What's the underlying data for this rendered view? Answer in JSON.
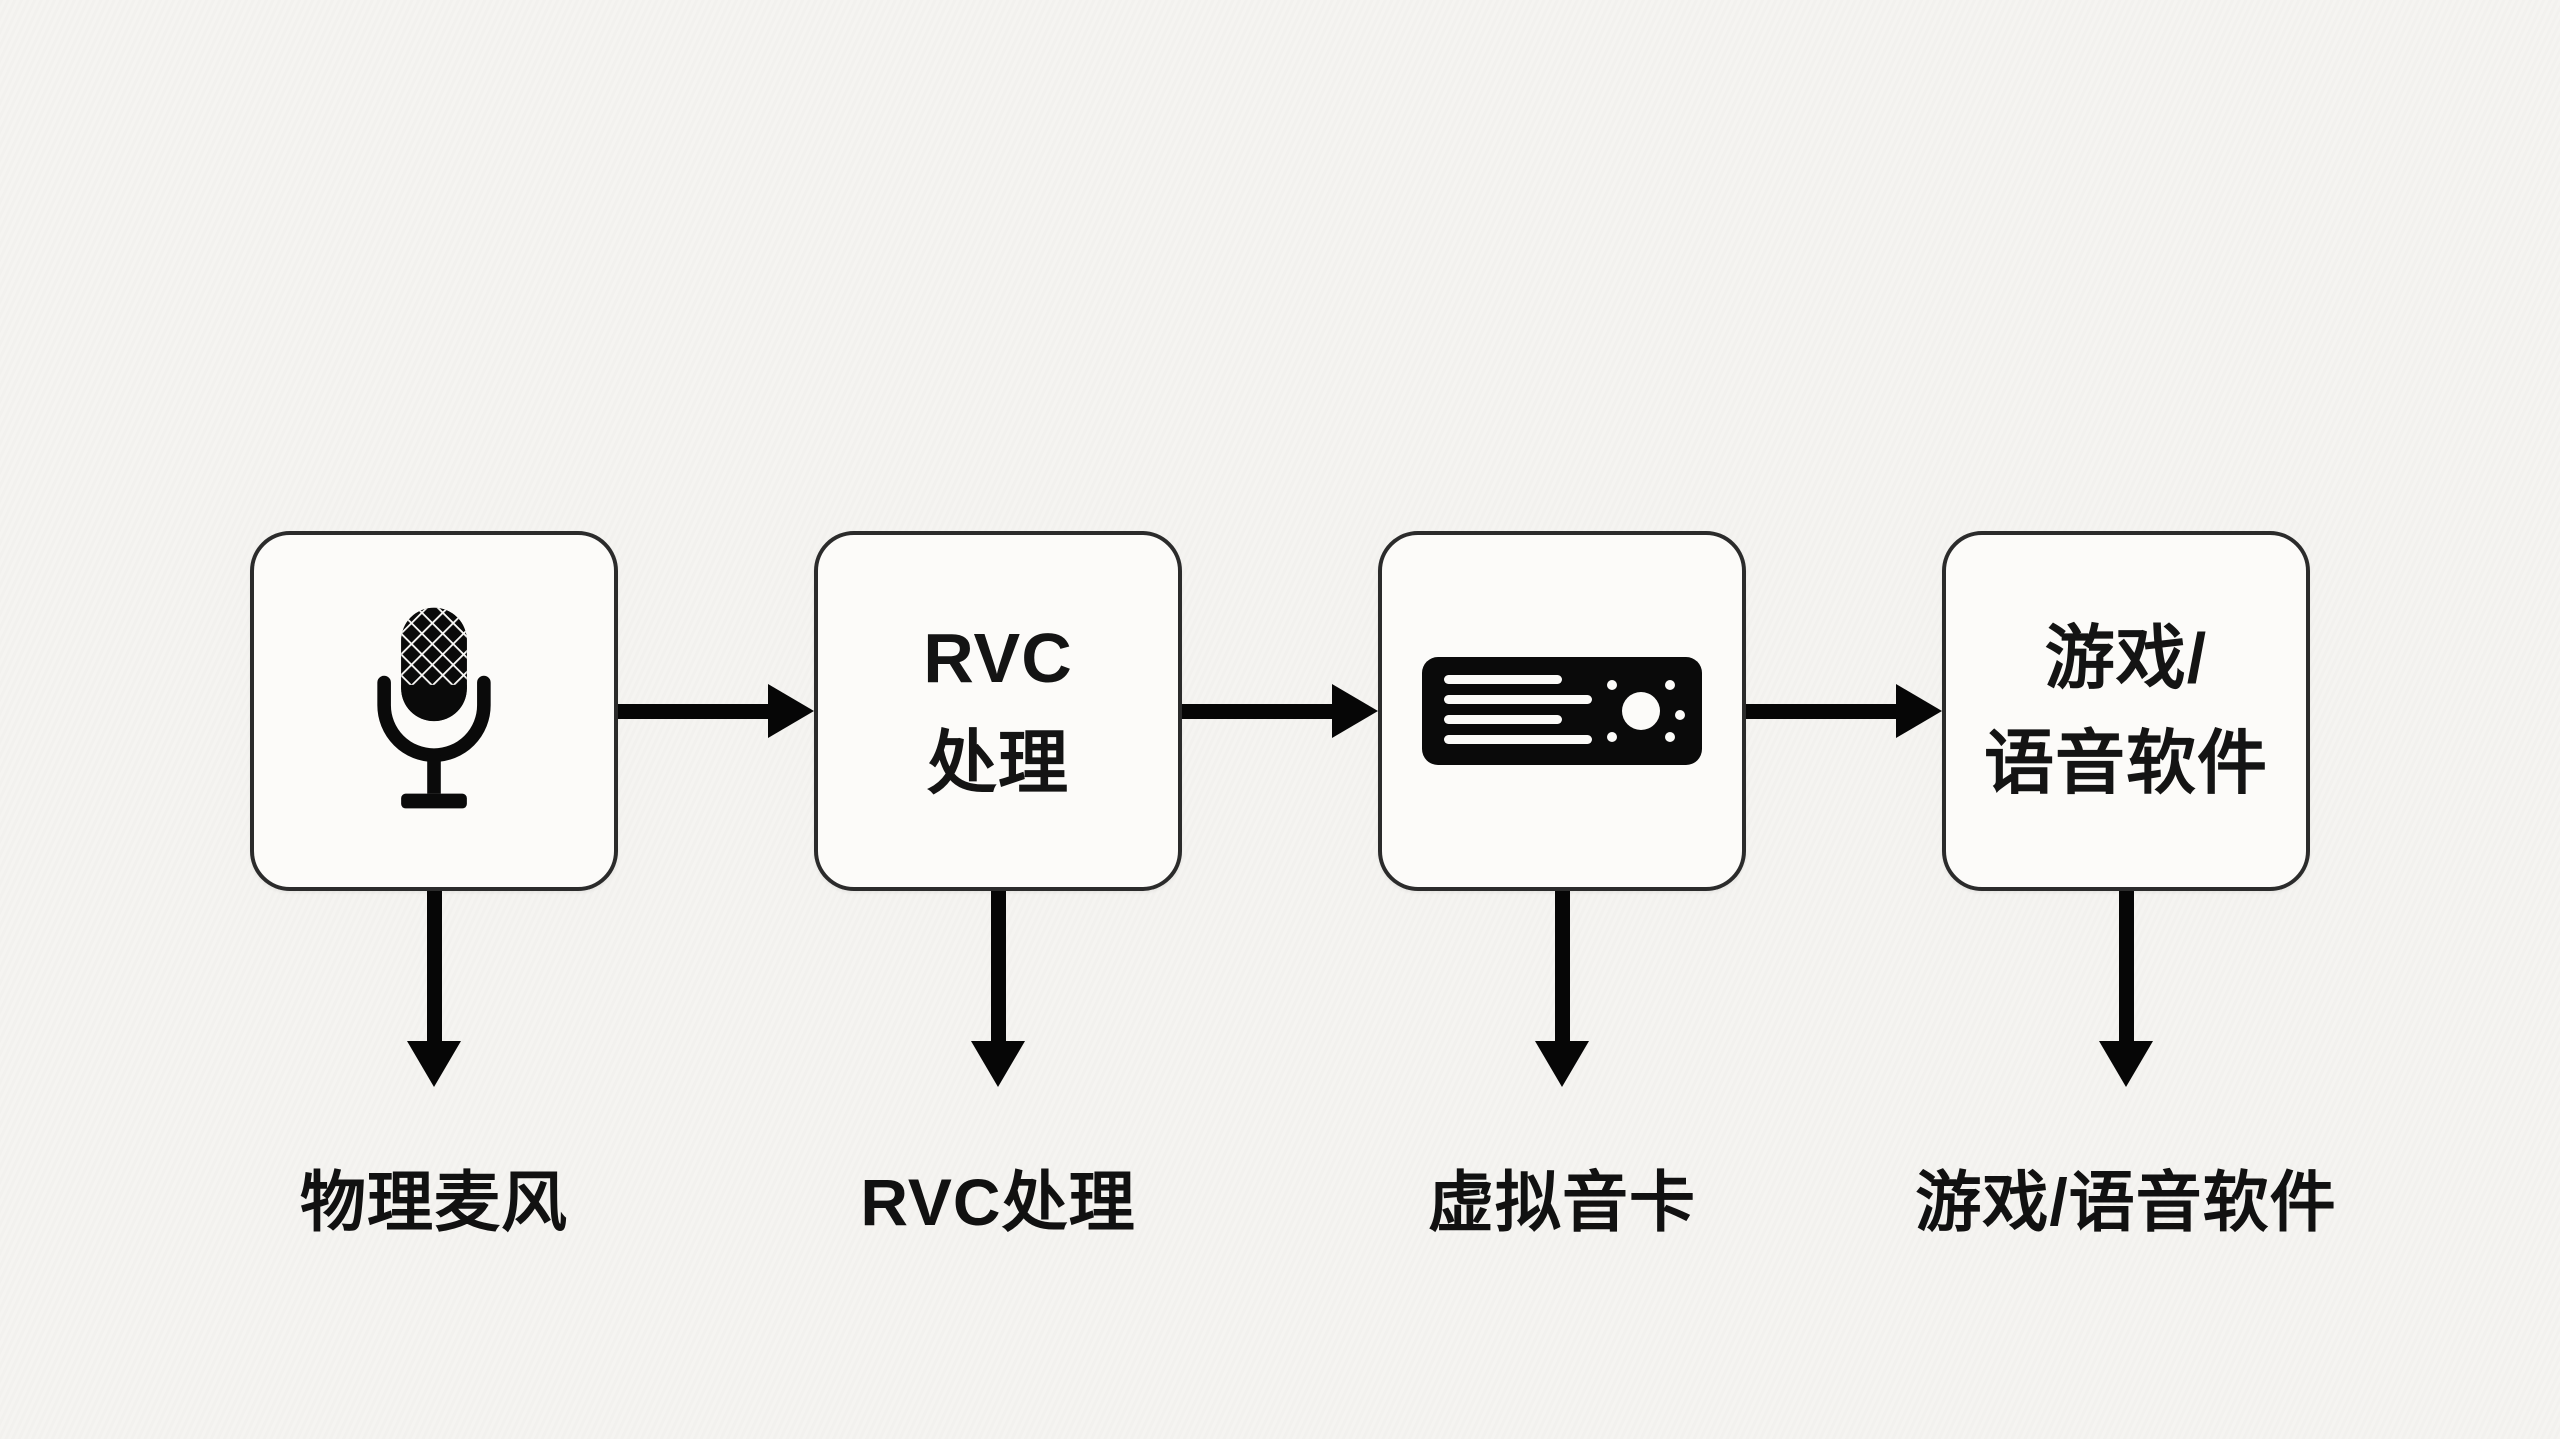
{
  "canvas": {
    "background": "#f5f4f1",
    "node_background": "#fcfbf9",
    "node_border_color": "#2b2b2b",
    "arrow_color": "#060606",
    "text_color": "#111111"
  },
  "diagram": {
    "type": "flow",
    "direction": "left-to-right",
    "nodes": [
      {
        "id": "physical-mic",
        "content_type": "icon",
        "icon": "microphone-icon",
        "label_below": "物理麦风"
      },
      {
        "id": "rvc-processing",
        "content_type": "text",
        "lines": {
          "l1": "RVC",
          "l2": "处理"
        },
        "label_below": "RVC处理"
      },
      {
        "id": "virtual-soundcard",
        "content_type": "icon",
        "icon": "audio-interface-icon",
        "label_below": "虚拟音卡"
      },
      {
        "id": "game-voice-software",
        "content_type": "text",
        "lines": {
          "l1": "游戏/",
          "l2": "语音软件"
        },
        "label_below": "游戏/语音软件"
      }
    ],
    "connections": [
      {
        "from": "physical-mic",
        "to": "rvc-processing"
      },
      {
        "from": "rvc-processing",
        "to": "virtual-soundcard"
      },
      {
        "from": "virtual-soundcard",
        "to": "game-voice-software"
      }
    ]
  }
}
